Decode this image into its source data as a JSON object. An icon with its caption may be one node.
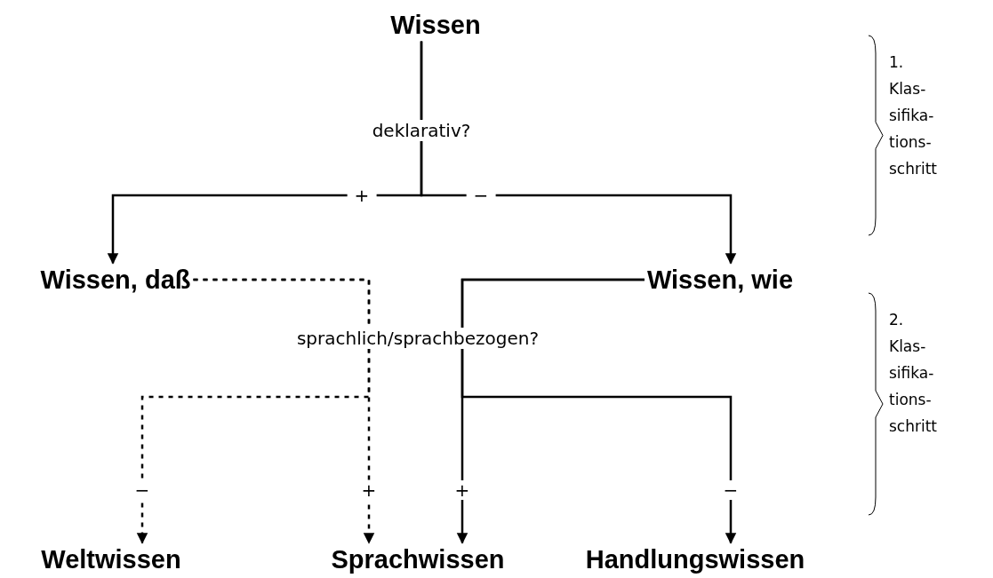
{
  "diagram": {
    "nodes": [
      {
        "text": [
          "Wissen"
        ]
      },
      {
        "text": [
          "Wissen, daß"
        ]
      },
      {
        "text": [
          "Wissen, wie"
        ]
      },
      {
        "text": [
          "Weltwissen"
        ]
      },
      {
        "text": [
          "Sprachwissen"
        ]
      },
      {
        "text": [
          "Handlungswissen"
        ]
      }
    ],
    "edges": [
      {
        "from": 0,
        "to": 1,
        "arrow": "to",
        "label": "+"
      },
      {
        "from": 0,
        "to": 2,
        "arrow": "to",
        "label": "−"
      },
      {
        "from": 1,
        "to": 3,
        "arrow": "to",
        "label": "−",
        "style": "dashed"
      },
      {
        "from": 1,
        "to": 4,
        "arrow": "to",
        "label": "+",
        "style": "dashed"
      },
      {
        "from": 2,
        "to": 4,
        "arrow": "to",
        "label": "+"
      },
      {
        "from": 2,
        "to": 5,
        "arrow": "to",
        "label": "−"
      }
    ],
    "labels": [
      "deklarativ?",
      "sprachlich/sprachbezogen?",
      "1. Klas- sifika- tions- schritt",
      "2. Klas- sifika- tions- schritt"
    ]
  }
}
